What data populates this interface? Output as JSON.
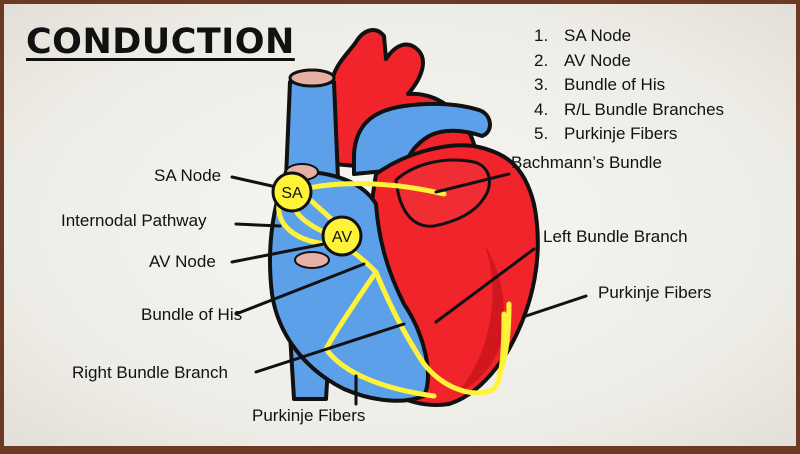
{
  "title": "CONDUCTION",
  "steps": [
    {
      "num": "1.",
      "text": "SA Node"
    },
    {
      "num": "2.",
      "text": "AV Node"
    },
    {
      "num": "3.",
      "text": "Bundle of His"
    },
    {
      "num": "4.",
      "text": "R/L Bundle Branches"
    },
    {
      "num": "5.",
      "text": "Purkinje Fibers"
    }
  ],
  "nodes": {
    "sa": "SA",
    "av": "AV"
  },
  "labels": {
    "sa_node": "SA Node",
    "internodal_pathway": "Internodal Pathway",
    "av_node": "AV Node",
    "bundle_of_his": "Bundle of His",
    "right_bundle_branch": "Right Bundle Branch",
    "purkinje_bottom": "Purkinje Fibers",
    "bachmanns_bundle": "Bachmann’s Bundle",
    "left_bundle_branch": "Left Bundle Branch",
    "purkinje_right": "Purkinje Fibers"
  },
  "colors": {
    "blue": "#5da0ea",
    "red": "#f2242b",
    "dark_red": "#c7141c",
    "yellow": "#fff33a",
    "pink": "#e6b0a4",
    "outline": "#111111"
  }
}
